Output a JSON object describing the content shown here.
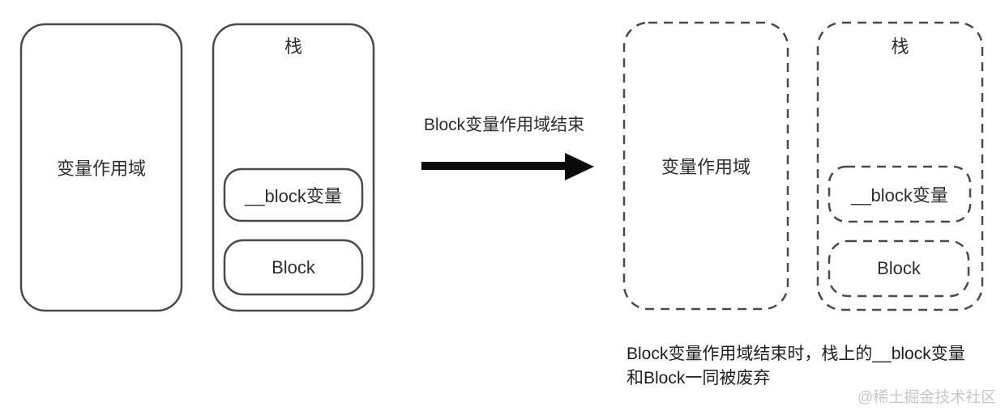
{
  "diagram": {
    "before": {
      "scope_box": {
        "label": "变量作用域"
      },
      "stack_box": {
        "title": "栈",
        "items": [
          {
            "label": "__block变量"
          },
          {
            "label": "Block"
          }
        ]
      }
    },
    "arrow": {
      "label": "Block变量作用域结束"
    },
    "after": {
      "scope_box": {
        "label": "变量作用域"
      },
      "stack_box": {
        "title": "栈",
        "items": [
          {
            "label": "__block变量"
          },
          {
            "label": "Block"
          }
        ]
      }
    },
    "caption": {
      "line1": "Block变量作用域结束时，栈上的__block变量",
      "line2": "和Block一同被废弃"
    },
    "watermark": "@稀土掘金技术社区",
    "colors": {
      "stroke": "#4a4a4a",
      "text": "#2d2d2d",
      "arrow": "#0a0a0a",
      "watermark": "#c8c8c8",
      "background": "#ffffff"
    }
  }
}
